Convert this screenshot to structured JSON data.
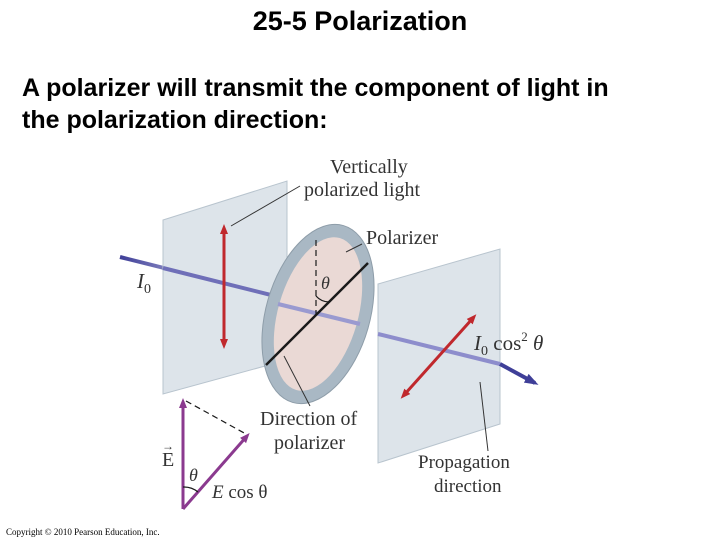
{
  "slide": {
    "title": "25-5 Polarization",
    "text_line1": "A polarizer will transmit the component of light in",
    "text_line2": "the polarization direction:",
    "copyright": "Copyright © 2010 Pearson Education, Inc."
  },
  "figure": {
    "labels": {
      "vertically_line1": "Vertically",
      "vertically_line2": "polarized light",
      "polarizer": "Polarizer",
      "incident_I": "I",
      "incident_sub": "0",
      "theta": "θ",
      "transmitted_I": "I",
      "transmitted_sub": "0",
      "transmitted_cos": " cos",
      "transmitted_sup": "2",
      "transmitted_theta": " θ",
      "direction_line1": "Direction of",
      "direction_line2": "polarizer",
      "propagation_line1": "Propagation",
      "propagation_line2": "direction",
      "vector_E": "E",
      "vector_arrow": "→",
      "vector_theta": "θ",
      "ecos_E": "E",
      "ecos_rest": " cos θ"
    },
    "colors": {
      "panel": "#dde4ea",
      "panel_edge": "#b8c4ce",
      "ring": "#a9b8c4",
      "disk": "#ead9d5",
      "red_arrow": "#c0282d",
      "beam": "#3f3f98",
      "vector": "#8b3a8f"
    }
  }
}
